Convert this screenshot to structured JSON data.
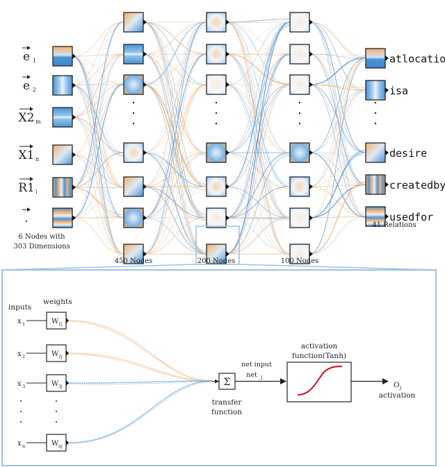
{
  "inputs": [
    {
      "main": "e",
      "sub": "1"
    },
    {
      "main": "e",
      "sub": "2"
    },
    {
      "main": "X2",
      "sub": "m"
    },
    {
      "main": "X1",
      "sub": "n"
    },
    {
      "main": "R1",
      "sub": "i"
    },
    {
      "main": ".",
      "sub": ""
    }
  ],
  "input_caption_line1": "6 Nodes with",
  "input_caption_line2": "303 Dimensions",
  "layer_labels": [
    "450 Nodes",
    "200 Nodes",
    "100 Nodes"
  ],
  "outputs": [
    "atlocation",
    "isa",
    "desire",
    "createdby",
    "usedfor"
  ],
  "outputs_caption": "41 Relations",
  "neuron": {
    "inputs_label": "inputs",
    "weights_label": "weights",
    "rows": [
      {
        "x": "x",
        "xsub": "1",
        "w": "W",
        "wsub": "1j"
      },
      {
        "x": "x",
        "xsub": "2",
        "w": "W",
        "wsub": "2j"
      },
      {
        "x": "x",
        "xsub": "3",
        "w": "W",
        "wsub": "3j"
      },
      {
        "x": "x",
        "xsub": "n",
        "w": "W",
        "wsub": "nj"
      }
    ],
    "sum_symbol": "Σ",
    "transfer_line1": "transfer",
    "transfer_line2": "function",
    "net_input_label": "net input",
    "net_label": "net",
    "net_sub": "j",
    "activation_line1": "activation",
    "activation_line2": "function(Tanh)",
    "output_label": "O",
    "output_sub": "j",
    "output_caption": "activation"
  },
  "colors": {
    "blue": "#4a90d6",
    "orange": "#f2b37a",
    "frame": "#9fc1df",
    "curve": "#d0202a"
  }
}
